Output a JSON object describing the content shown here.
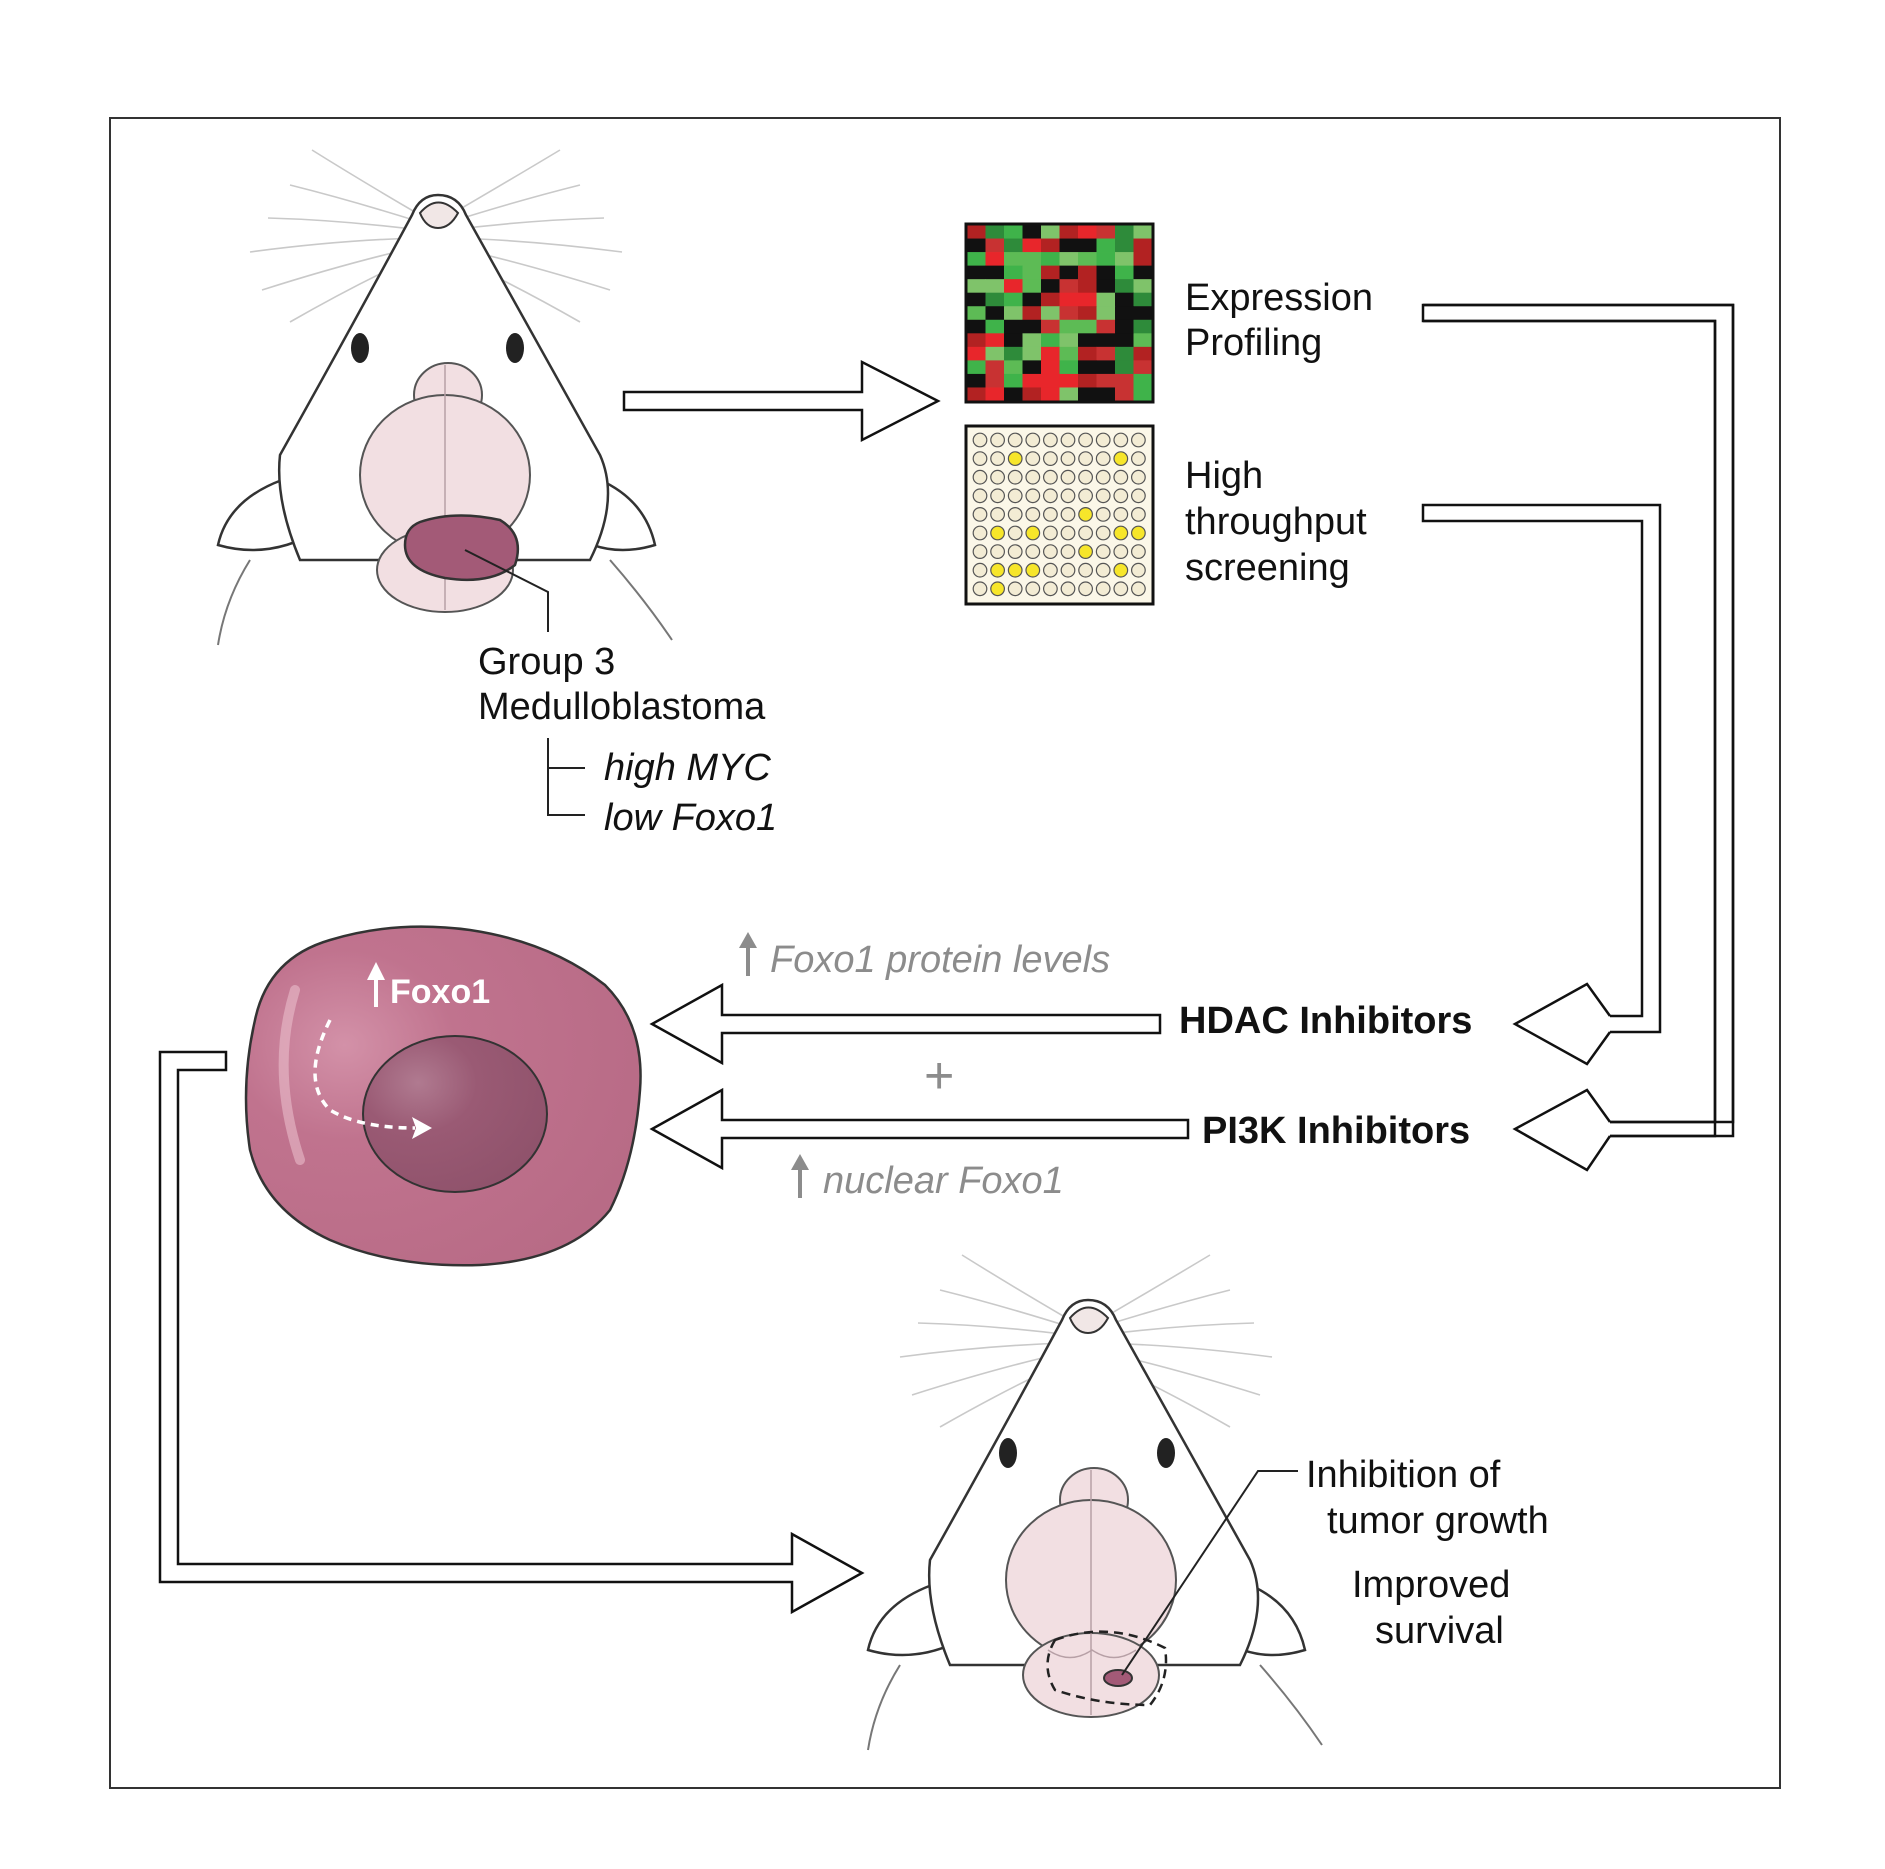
{
  "labels": {
    "group3_line1": "Group 3",
    "group3_line2": "Medulloblastoma",
    "high_myc": "high MYC",
    "low_foxo1": "low Foxo1",
    "expr_line1": "Expression",
    "expr_line2": "Profiling",
    "hts_line1": "High",
    "hts_line2": "throughput",
    "hts_line3": "screening",
    "foxo1_protein": "Foxo1 protein levels",
    "hdac": "HDAC Inhibitors",
    "plus": "+",
    "pi3k": "PI3K Inhibitors",
    "nuclear_foxo1": "nuclear Foxo1",
    "cell_foxo1": "Foxo1",
    "outcome_line1": "Inhibition of",
    "outcome_line2": "tumor growth",
    "outcome_line3": "Improved",
    "outcome_line4": "survival"
  },
  "colors": {
    "frame": "#333333",
    "tumor": "#a35a77",
    "brain": "#f2dfe2",
    "cell": "#c0738e",
    "nucleus": "#9a5a74",
    "heat_red": "#e8262b",
    "heat_green": "#3fb34a",
    "well_hit": "#f7e62a",
    "well_empty": "#f3ecd4",
    "gray_text": "#8c8c8c"
  },
  "icons": [
    "mouse-top-view",
    "brain",
    "tumor",
    "heatmap",
    "well-plate",
    "cell",
    "nucleus",
    "up-arrow",
    "outline-arrow"
  ]
}
